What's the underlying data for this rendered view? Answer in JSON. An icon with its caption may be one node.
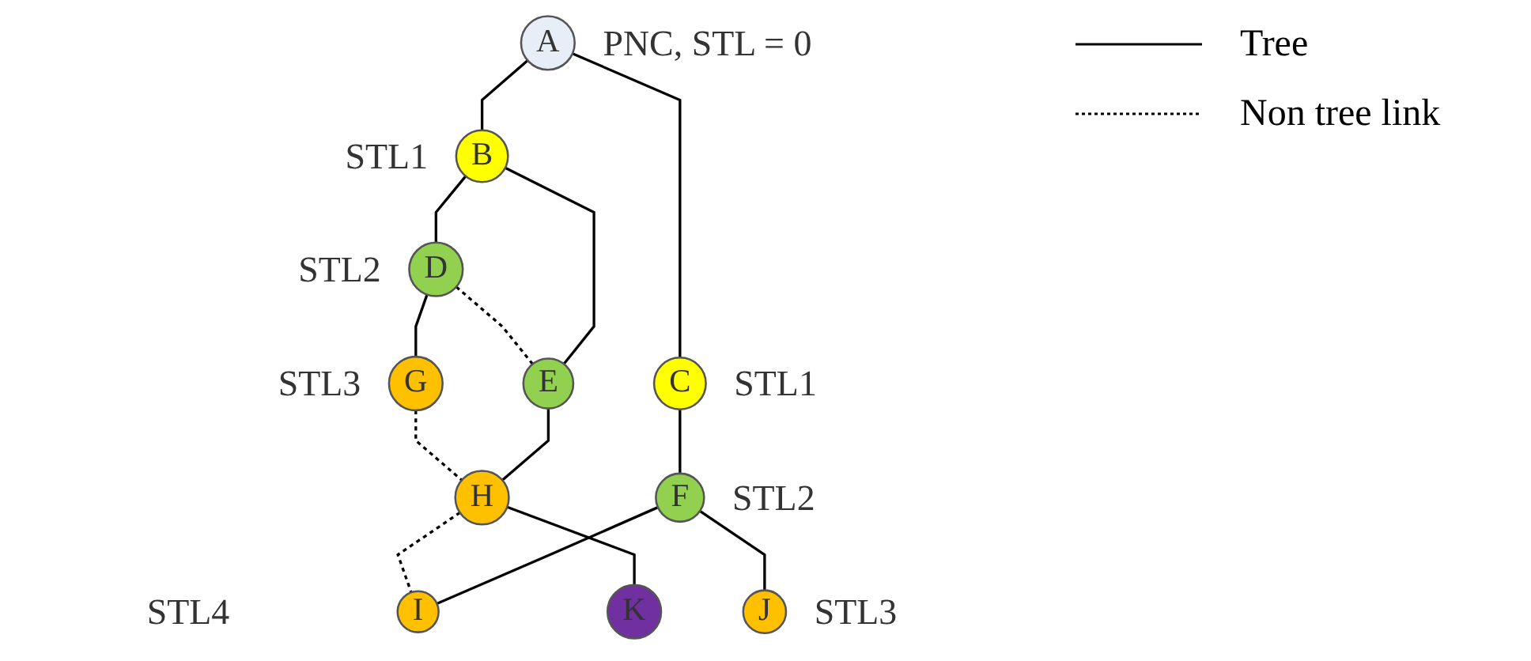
{
  "diagram": {
    "nodes": [
      {
        "text": [
          "A"
        ],
        "beside": [
          "PNC, STL = 0"
        ]
      },
      {
        "text": [
          "B"
        ],
        "beside": [
          "STL1"
        ]
      },
      {
        "text": [
          "C"
        ],
        "beside": [
          "STL1"
        ]
      },
      {
        "text": [
          "D"
        ],
        "beside": [
          "STL2"
        ]
      },
      {
        "text": [
          "E"
        ]
      },
      {
        "text": [
          "F"
        ],
        "beside": [
          "STL2"
        ]
      },
      {
        "text": [
          "G"
        ],
        "beside": [
          "STL3"
        ]
      },
      {
        "text": [
          "H"
        ]
      },
      {
        "text": [
          "I"
        ]
      },
      {
        "text": [
          "J"
        ],
        "beside": [
          "STL3"
        ]
      },
      {
        "text": [
          "K"
        ]
      }
    ],
    "edges": [
      {
        "from": 0,
        "to": 1,
        "arrow": "none"
      },
      {
        "from": 0,
        "to": 2,
        "arrow": "none"
      },
      {
        "from": 1,
        "to": 3,
        "arrow": "none"
      },
      {
        "from": 1,
        "to": 4,
        "arrow": "none"
      },
      {
        "from": 2,
        "to": 5,
        "arrow": "none"
      },
      {
        "from": 3,
        "to": 4,
        "arrow": "none",
        "style": "dashed"
      },
      {
        "from": 3,
        "to": 6,
        "arrow": "none"
      },
      {
        "from": 4,
        "to": 7,
        "arrow": "none"
      },
      {
        "from": 5,
        "to": 8,
        "arrow": "none"
      },
      {
        "from": 5,
        "to": 9,
        "arrow": "none"
      },
      {
        "from": 6,
        "to": 7,
        "arrow": "none",
        "style": "dashed"
      },
      {
        "from": 7,
        "to": 8,
        "arrow": "none",
        "style": "dashed"
      },
      {
        "from": 7,
        "to": 10,
        "arrow": "none"
      }
    ],
    "labels": [
      "STL4"
    ],
    "legend": [
      {
        "text": "Tree"
      },
      {
        "text": "Non tree link"
      }
    ]
  }
}
